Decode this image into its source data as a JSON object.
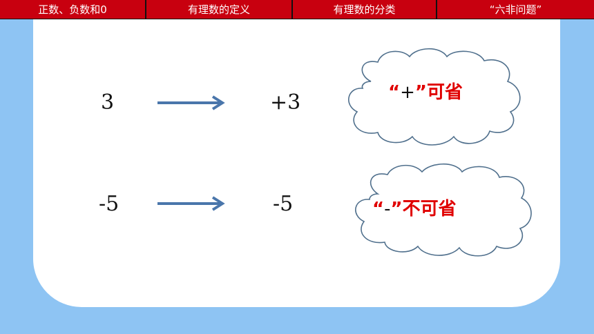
{
  "tabs": [
    {
      "label": "正数、负数和0"
    },
    {
      "label": "有理数的定义"
    },
    {
      "label": "有理数的分类"
    },
    {
      "label": "“六非问题”"
    }
  ],
  "rows": [
    {
      "left": "3",
      "right": "+3",
      "bubble": {
        "open_quote": "“",
        "sign": "+",
        "close_quote": "”",
        "text": "可省"
      }
    },
    {
      "left": "-5",
      "right": "-5",
      "bubble": {
        "open_quote": "“",
        "sign": "-",
        "close_quote": "”",
        "text": "不可省"
      }
    }
  ],
  "colors": {
    "tab_bg": "#c8000f",
    "page_bg": "#8ec4f3",
    "arrow": "#4a76ab",
    "cloud_stroke": "#4f6f8c",
    "emphasis": "#e00000"
  },
  "icons": {
    "arrow": "right-arrow-icon",
    "cloud": "thought-cloud-shape"
  }
}
